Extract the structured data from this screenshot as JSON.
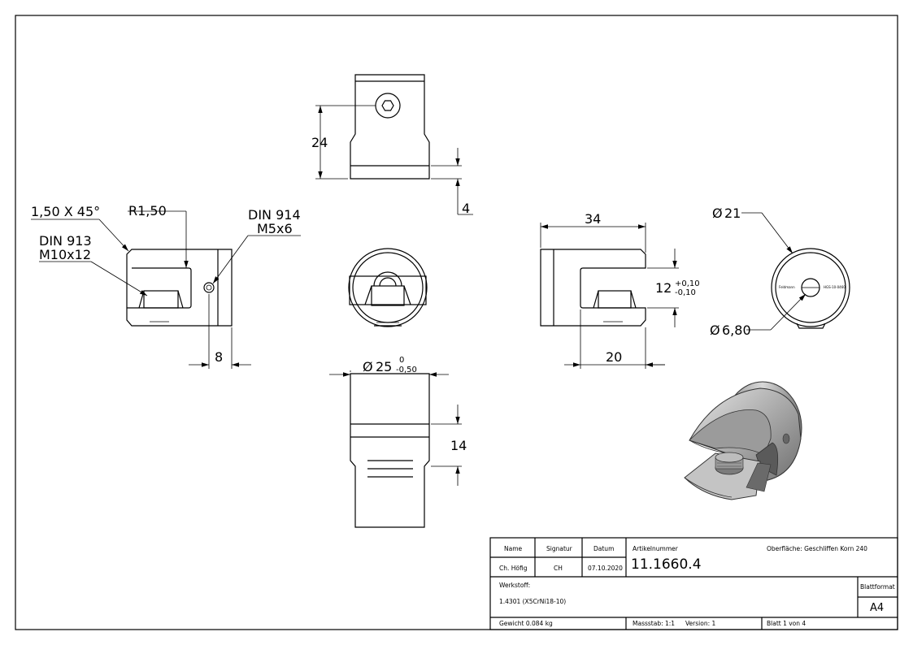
{
  "dimensions": {
    "top_height": "24",
    "top_offset": "4",
    "chamfer": "1,50 X 45°",
    "radius": "R1,50",
    "din913_a": "DIN 913",
    "din913_b": "M10x12",
    "din914_a": "DIN 914",
    "din914_b": "M5x6",
    "left_width": "8",
    "length": "34",
    "slot": "12",
    "slot_tol_upper": "+0,10",
    "slot_tol_lower": "-0,10",
    "slot_depth": "20",
    "dia_outer_sym": "Ø",
    "dia_outer": "21",
    "dia_inner": "6,80",
    "dia_main": "25",
    "dia_main_tol_upper": "0",
    "dia_main_tol_lower": "-0,50",
    "bottom_height": "14"
  },
  "engraving": {
    "left": "Feldmann",
    "right": "HGS-10-0460"
  },
  "title_block": {
    "hdr_name": "Name",
    "hdr_signatur": "Signatur",
    "hdr_datum": "Datum",
    "name": "Ch. Höfig",
    "signatur": "CH",
    "datum": "07.10.2020",
    "artikel_label": "Artikelnummer",
    "artikel": "11.1660.4",
    "oberflaeche": "Oberfläche:  Geschliffen Korn 240",
    "werkstoff_label": "Werkstoff:",
    "werkstoff": "1.4301 (X5CrNi18-10)",
    "blattformat_label": "Blattformat",
    "blattformat": "A4",
    "gewicht": "Gewicht 0.084 kg",
    "massstab": "Massstab: 1:1",
    "version": "Version: 1",
    "blatt": "Blatt 1 von 4"
  }
}
